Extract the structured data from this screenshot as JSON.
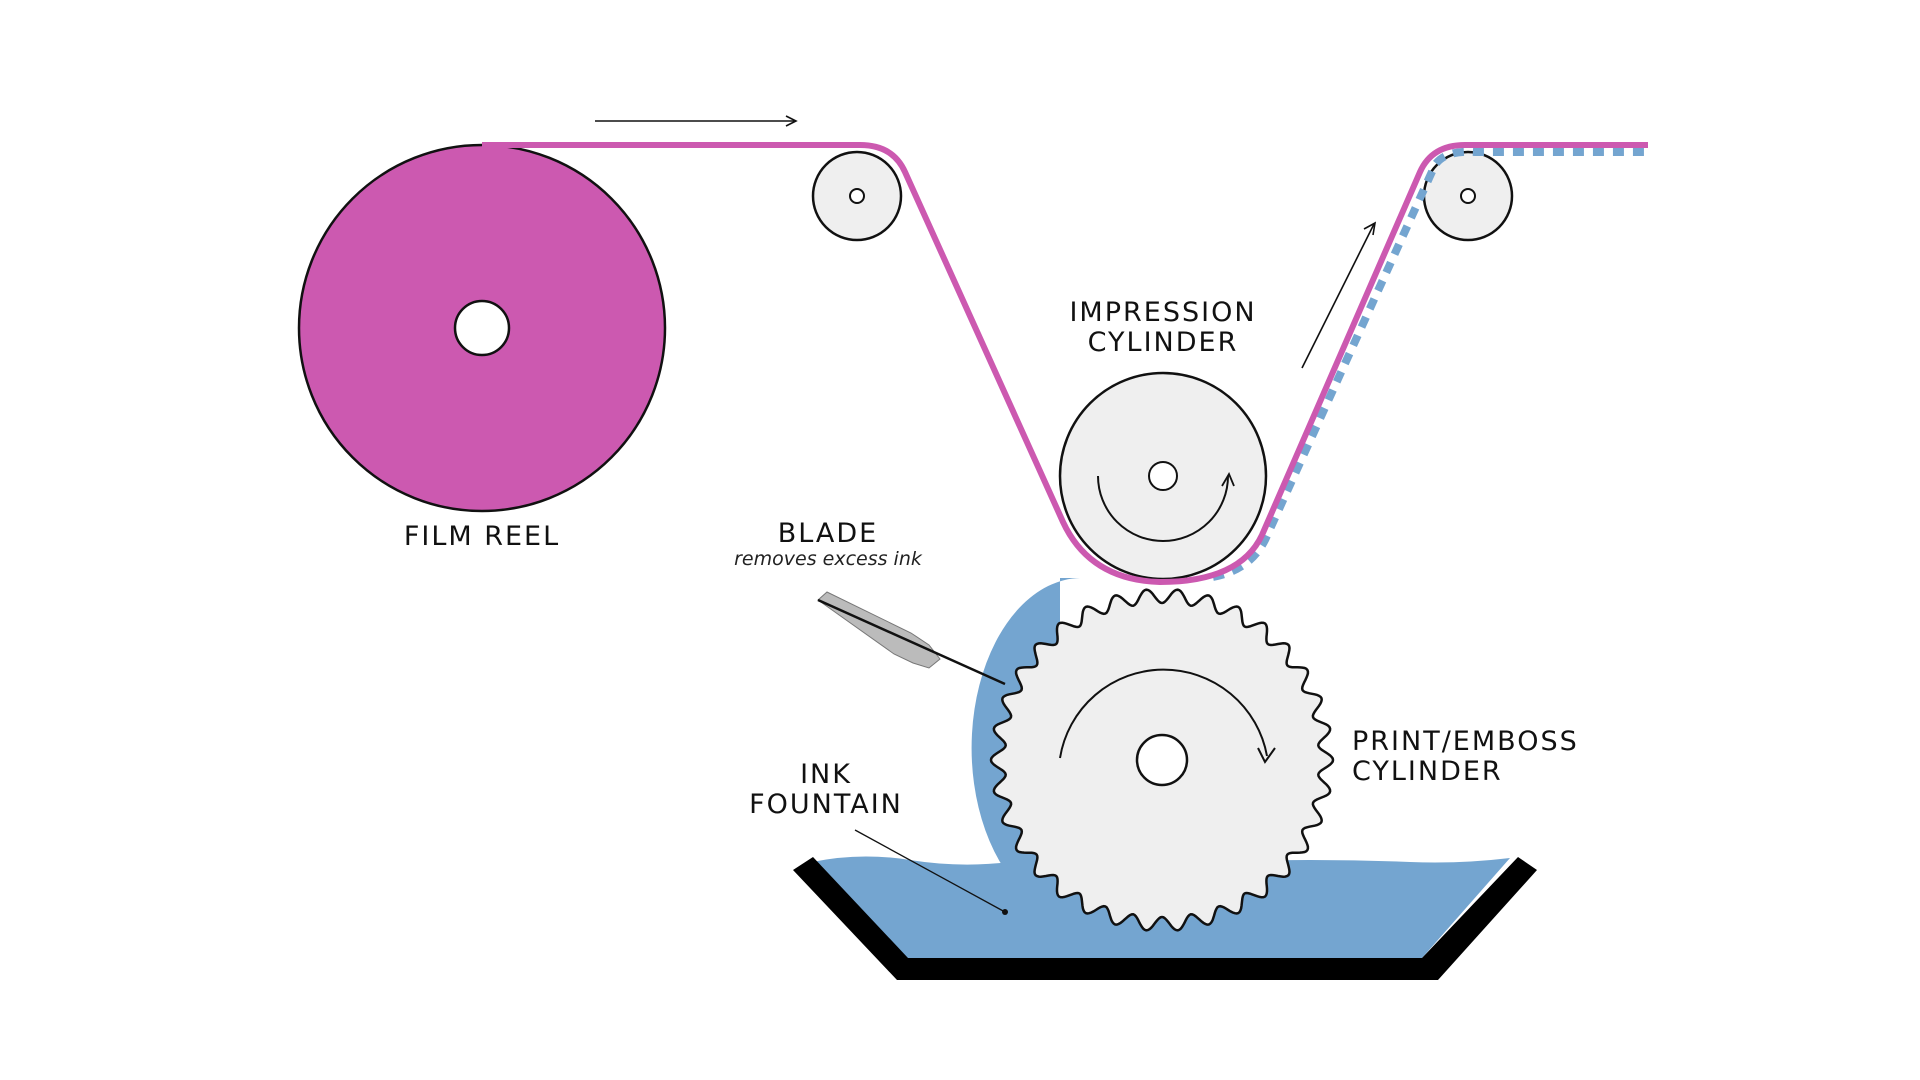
{
  "labels": {
    "film_reel": "FILM REEL",
    "impression_line1": "IMPRESSION",
    "impression_line2": "CYLINDER",
    "blade": "BLADE",
    "blade_note": "removes excess ink",
    "print_line1": "PRINT/EMBOSS",
    "print_line2": "CYLINDER",
    "ink_line1": "INK",
    "ink_line2": "FOUNTAIN"
  },
  "colors": {
    "film": "#cc59b0",
    "ink": "#74a5d0",
    "roller_fill": "#efefef",
    "outline": "#111111",
    "blade": "#bbbbbb",
    "tray": "#000000",
    "background": "#ffffff"
  }
}
